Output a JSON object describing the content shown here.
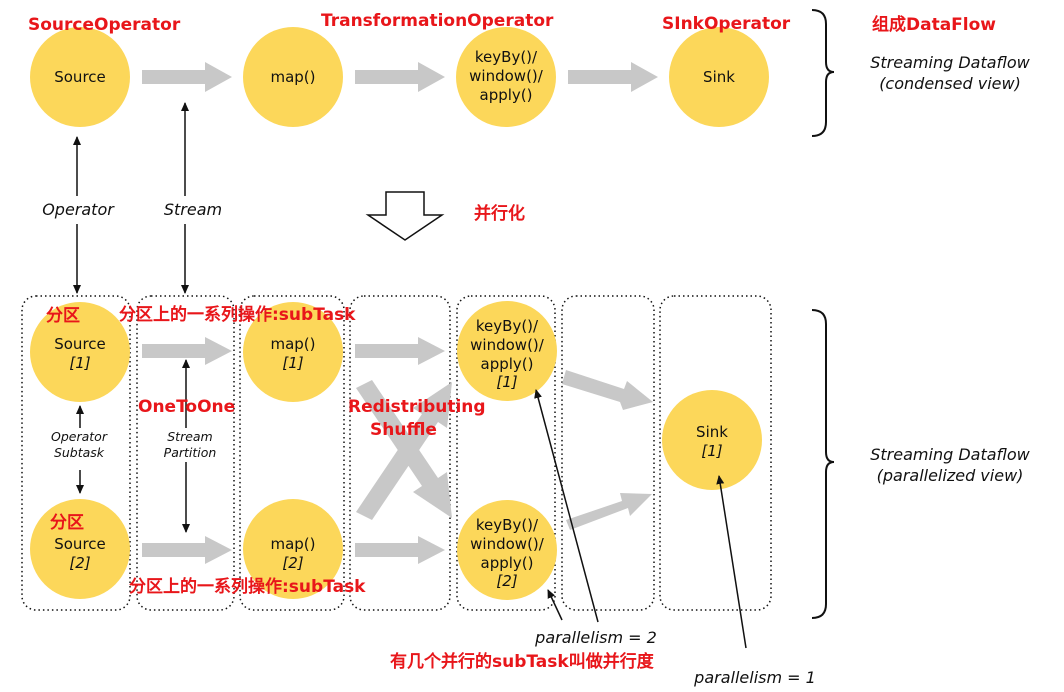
{
  "condensed": {
    "nodes": {
      "source": "Source",
      "map": "map()",
      "keyby": [
        "keyBy()/",
        "window()/",
        "apply()"
      ],
      "sink": "Sink"
    },
    "labels": {
      "source_op": "SourceOperator",
      "transformation_op": "TransformationOperator",
      "sink_op": "SInkOperator",
      "dataflow": "组成DataFlow"
    },
    "view_label": [
      "Streaming Dataflow",
      "(condensed view)"
    ]
  },
  "middle": {
    "operator": "Operator",
    "stream": "Stream",
    "parallelize": "并行化"
  },
  "parallel": {
    "source1": [
      "Source",
      "[1]"
    ],
    "source2": [
      "Source",
      "[2]"
    ],
    "map1": [
      "map()",
      "[1]"
    ],
    "map2": [
      "map()",
      "[2]"
    ],
    "keyby1": [
      "keyBy()/",
      "window()/",
      "apply()",
      "[1]"
    ],
    "keyby2": [
      "keyBy()/",
      "window()/",
      "apply()",
      "[2]"
    ],
    "sink1": [
      "Sink",
      "[1]"
    ],
    "partition_top": "分区",
    "partition_bottom": "分区",
    "subtask_top": "分区上的一系列操作:subTask",
    "subtask_bottom": "分区上的一系列操作:subTask",
    "one_to_one": "OneToOne",
    "redistributing": [
      "Redistributing",
      "Shuffle"
    ],
    "operator_subtask": [
      "Operator",
      "Subtask"
    ],
    "stream_partition": [
      "Stream",
      "Partition"
    ],
    "parallelism_2": "parallelism = 2",
    "parallelism_1": "parallelism = 1",
    "parallelism_note": "有几个并行的subTask叫做并行度",
    "view_label": [
      "Streaming Dataflow",
      "(parallelized view)"
    ]
  },
  "colors": {
    "node_fill": "#fcd75a",
    "arrow_gray": "#c8c8c8",
    "accent_red": "#e8161a"
  }
}
